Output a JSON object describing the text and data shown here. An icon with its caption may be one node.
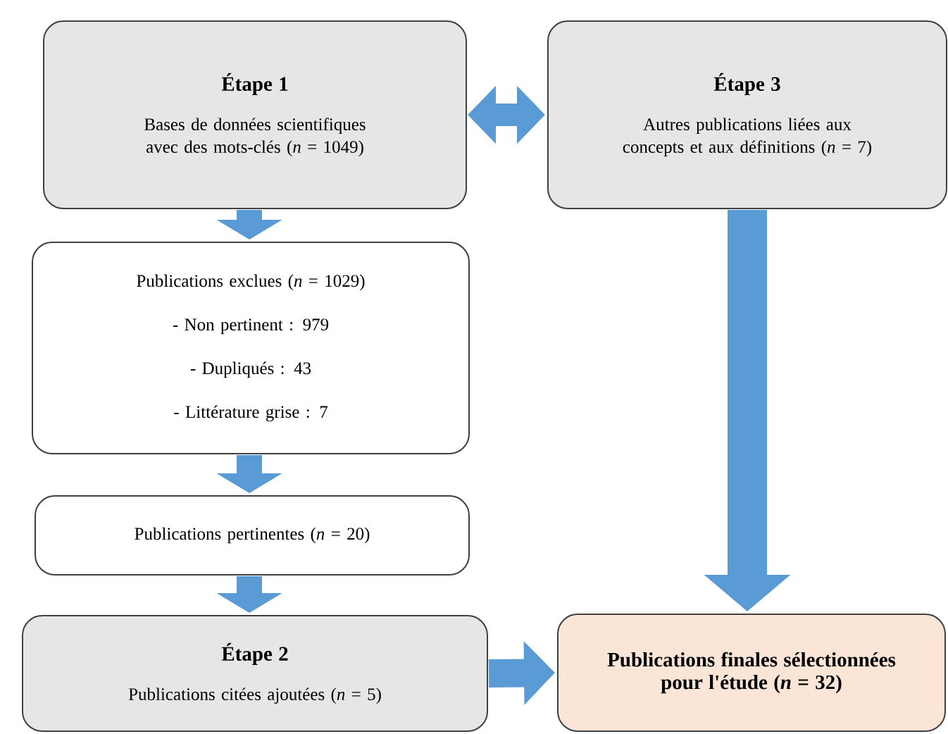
{
  "diagram": {
    "nodes": [
      {
        "text": [
          "Étape 1",
          "Bases de données scientifiques avec des mots-clés (*n* = 1049)"
        ]
      },
      {
        "text": [
          "Étape 3",
          "Autres publications liées aux concepts et aux définitions (*n* = 7)"
        ]
      },
      {
        "text": [
          "Publications exclues (*n* = 1029)",
          "- Non pertinent : 979",
          "- Dupliqués : 43",
          "- Littérature grise : 7"
        ]
      },
      {
        "text": [
          "Publications pertinentes (*n* = 20)"
        ]
      },
      {
        "text": [
          "Étape 2",
          "Publications citées ajoutées (*n* = 5)"
        ]
      },
      {
        "text": [
          "Publications finales sélectionnées pour l'étude (*n* = 32)"
        ]
      }
    ],
    "edges": [
      {
        "from": 0,
        "to": 1,
        "arrow": "both"
      },
      {
        "from": 0,
        "to": 2,
        "arrow": "to"
      },
      {
        "from": 2,
        "to": 3,
        "arrow": "to"
      },
      {
        "from": 3,
        "to": 4,
        "arrow": "to"
      },
      {
        "from": 4,
        "to": 5,
        "arrow": "to"
      },
      {
        "from": 1,
        "to": 5,
        "arrow": "to"
      }
    ]
  }
}
